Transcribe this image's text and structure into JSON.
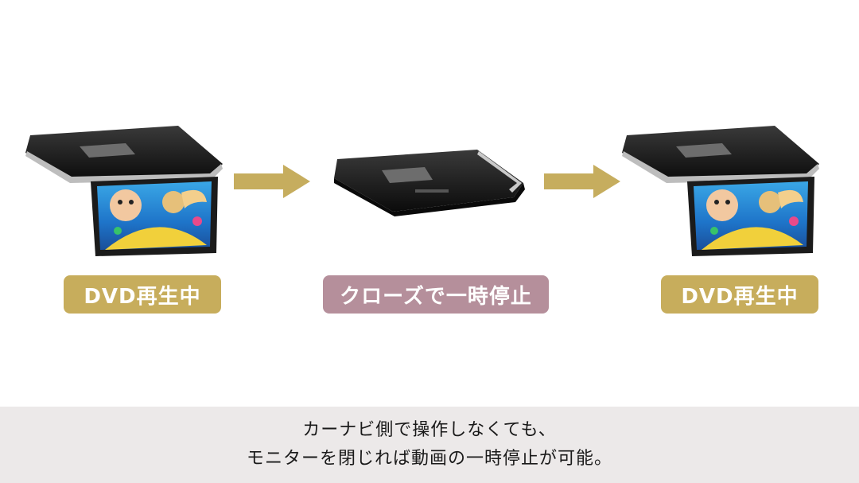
{
  "steps": [
    {
      "label": "DVD再生中",
      "color": "#c7ad5c",
      "state": "open"
    },
    {
      "label": "クローズで一時停止",
      "color": "#b58f9b",
      "state": "closed"
    },
    {
      "label": "DVD再生中",
      "color": "#c7ad5c",
      "state": "open"
    }
  ],
  "arrow_color": "#c6ad5e",
  "footer": {
    "line1": "カーナビ側で操作しなくても、",
    "line2": "モニターを閉じれば動画の一時停止が可能。",
    "background": "#ece9e9"
  }
}
